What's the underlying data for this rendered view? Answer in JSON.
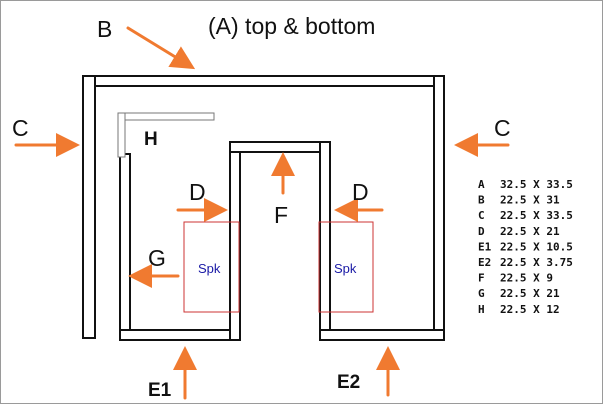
{
  "title": "(A) top & bottom",
  "labels": {
    "b": "B",
    "c_left": "C",
    "c_right": "C",
    "h": "H",
    "d_left": "D",
    "d_right": "D",
    "f": "F",
    "g": "G",
    "e1": "E1",
    "e2": "E2",
    "spk_left": "Spk",
    "spk_right": "Spk"
  },
  "dimensions": [
    {
      "key": "A",
      "value": "32.5 X 33.5"
    },
    {
      "key": "B",
      "value": "22.5 X 31"
    },
    {
      "key": "C",
      "value": "22.5 X 33.5"
    },
    {
      "key": "D",
      "value": "22.5 X 21"
    },
    {
      "key": "E1",
      "value": "22.5 X 10.5"
    },
    {
      "key": "E2",
      "value": "22.5 X 3.75"
    },
    {
      "key": "F",
      "value": "22.5 X 9"
    },
    {
      "key": "G",
      "value": "22.5 X 21"
    },
    {
      "key": "H",
      "value": "22.5 X 12"
    }
  ],
  "colors": {
    "arrow": "#f07a30",
    "speaker_box": "#cc3333",
    "panel_stroke": "#111111",
    "spk_text": "#1a1aa6"
  }
}
